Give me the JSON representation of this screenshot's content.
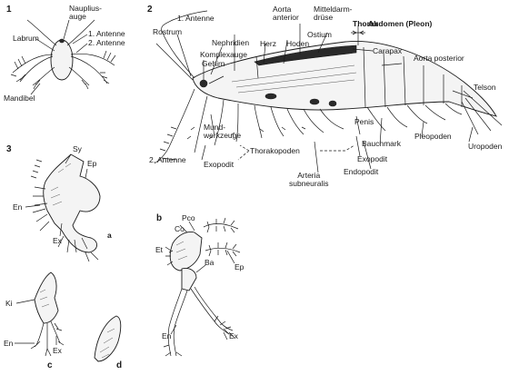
{
  "panels": {
    "p1": {
      "number": "1",
      "labels": {
        "nauplius_eye": "Nauplius-\nauge",
        "labrum": "Labrum",
        "antenna1": "1. Antenne",
        "antenna2": "2. Antenne",
        "mandible": "Mandibel"
      }
    },
    "p2": {
      "number": "2",
      "labels": {
        "antenna1": "1. Antenne",
        "aorta_anterior": "Aorta\nanterior",
        "midgut_gland": "Mitteldarm-\ndrüse",
        "thorax": "Thorax",
        "abdomen": "Abdomen (Pleon)",
        "rostrum": "Rostrum",
        "nephridia": "Nephridien",
        "ostium": "Ostium",
        "heart": "Herz",
        "testes": "Hoden",
        "compound_eye": "Komplexauge",
        "brain": "Gehirn",
        "carapace": "Carapax",
        "aorta_posterior": "Aorta posterior",
        "telson": "Telson",
        "mouthparts": "Mund-\nwerkzeuge",
        "penis": "Penis",
        "ventral_cord": "Bauchmark",
        "pleopods": "Pleopoden",
        "uropods": "Uropoden",
        "thoracopods": "Thorakopoden",
        "antenna2": "2. Antenne",
        "exopodite_a": "Exopodit",
        "exopodite_b": "Exopodit",
        "endopodite": "Endopodit",
        "arteria": "Arteria\nsubneuralis"
      }
    },
    "p3": {
      "number": "3",
      "labels": {
        "sy": "Sy",
        "ep": "Ep",
        "en": "En",
        "ex": "Ex",
        "a": "a"
      }
    },
    "pb": {
      "letter": "b",
      "labels": {
        "pco": "Pco",
        "co": "Co",
        "et": "Et",
        "ba": "Ba",
        "ep": "Ep",
        "en": "En",
        "ex": "Ex"
      }
    },
    "pc": {
      "letter": "c",
      "labels": {
        "ki": "Ki",
        "en": "En",
        "ex": "Ex"
      }
    },
    "pd": {
      "letter": "d"
    }
  }
}
